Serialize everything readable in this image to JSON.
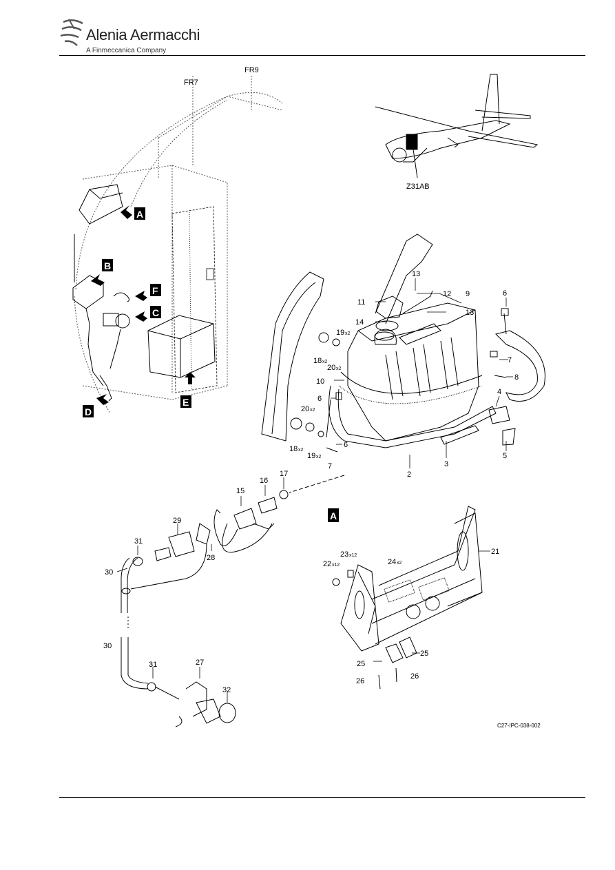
{
  "header": {
    "brand_name": "Alenia Aermacchi",
    "brand_subtitle": "A Finmeccanica Company"
  },
  "frames": [
    "FR7",
    "FR9"
  ],
  "zone_label": "Z31AB",
  "view_letters": [
    "A",
    "B",
    "C",
    "D",
    "E",
    "F"
  ],
  "detail_view": "A",
  "item_labels": {
    "i2": "2",
    "i3": "3",
    "i4": "4",
    "i5": "5",
    "i6a": "6",
    "i6b": "6",
    "i6c": "6",
    "i7a": "7",
    "i7b": "7",
    "i8": "8",
    "i9": "9",
    "i10": "10",
    "i11": "11",
    "i12": "12",
    "i13a": "13",
    "i13b": "13",
    "i14": "14",
    "i15": "15",
    "i16": "16",
    "i17": "17",
    "i18a": "18",
    "i18b": "18",
    "i19a": "19",
    "i19b": "19",
    "i20a": "20",
    "i20b": "20",
    "i21": "21",
    "i22": "22",
    "i23": "23",
    "i24": "24",
    "i25a": "25",
    "i25b": "25",
    "i26a": "26",
    "i26b": "26",
    "i27": "27",
    "i28": "28",
    "i29": "29",
    "i30a": "30",
    "i30b": "30",
    "i31a": "31",
    "i31b": "31",
    "i32": "32"
  },
  "multipliers": {
    "x2": "x2",
    "x12": "x12"
  },
  "figure_ref": "C27-IPC-038-002"
}
